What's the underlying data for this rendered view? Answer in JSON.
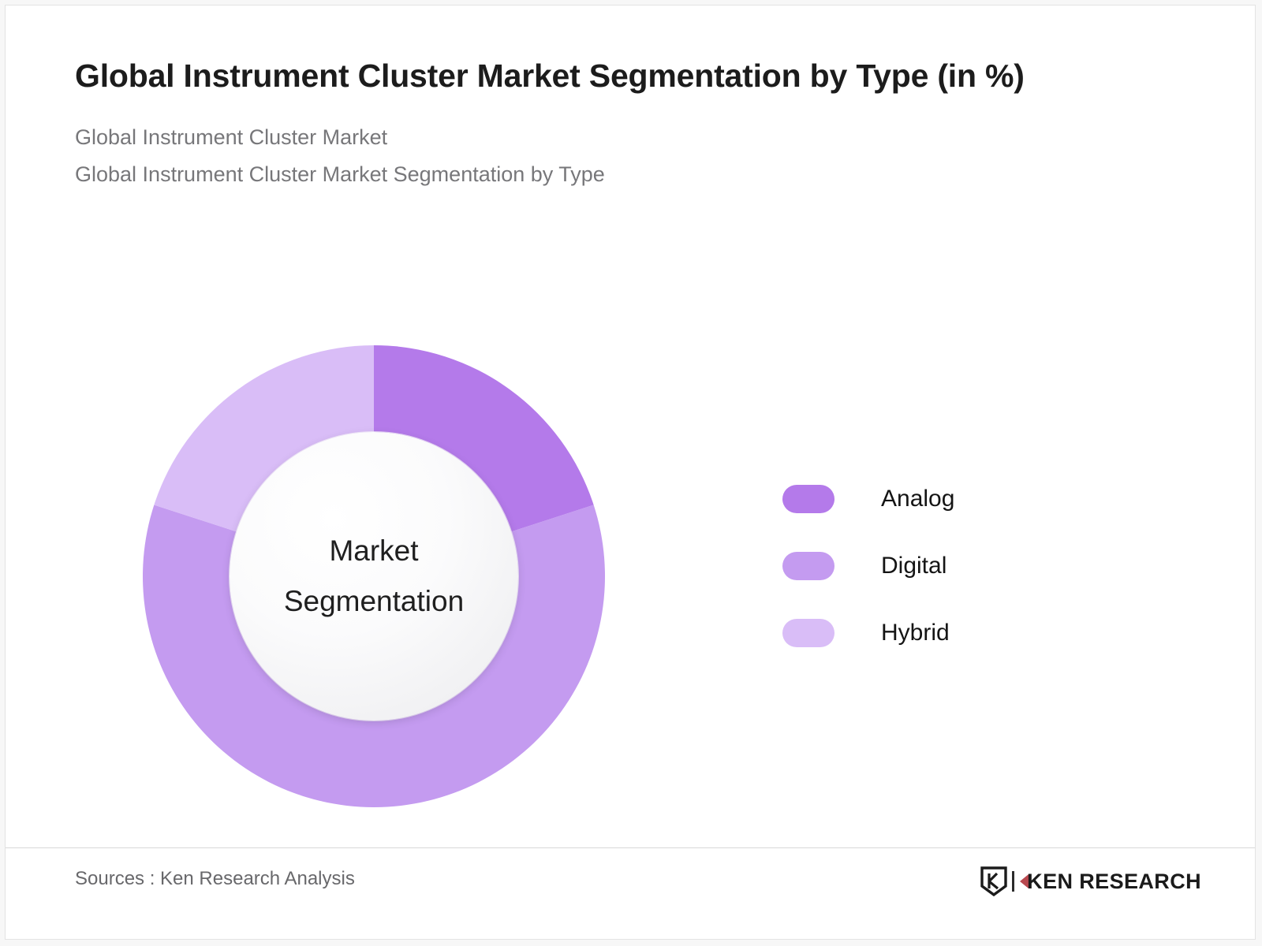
{
  "header": {
    "title": "Global Instrument Cluster Market Segmentation by Type (in %)",
    "subtitle_line_1": "Global Instrument Cluster Market",
    "subtitle_line_2": "Global Instrument Cluster Market Segmentation by Type"
  },
  "donut": {
    "center_label_line_1": "Market",
    "center_label_line_2": "Segmentation"
  },
  "legend": {
    "items": [
      {
        "label": "Analog",
        "color": "#B47AEA"
      },
      {
        "label": "Digital",
        "color": "#C49BF0"
      },
      {
        "label": "Hybrid",
        "color": "#D9BDF7"
      }
    ]
  },
  "footer": {
    "sources": "Sources : Ken Research Analysis",
    "brand_text": "KEN RESEARCH",
    "brand_mark_letter": "K"
  },
  "chart_data": {
    "type": "pie",
    "variant": "donut",
    "title": "Global Instrument Cluster Market Segmentation by Type (in %)",
    "subtitle": "Global Instrument Cluster Market",
    "unit": "%",
    "center_text": "Market Segmentation",
    "start_angle_deg": 0,
    "direction": "clockwise",
    "inner_radius_ratio": 0.625,
    "legend_position": "right",
    "categories": [
      "Analog",
      "Digital",
      "Hybrid"
    ],
    "values": [
      20,
      60,
      20
    ],
    "colors": [
      "#B47AEA",
      "#C49BF0",
      "#D9BDF7"
    ],
    "labels_shown": false,
    "grid": false
  }
}
